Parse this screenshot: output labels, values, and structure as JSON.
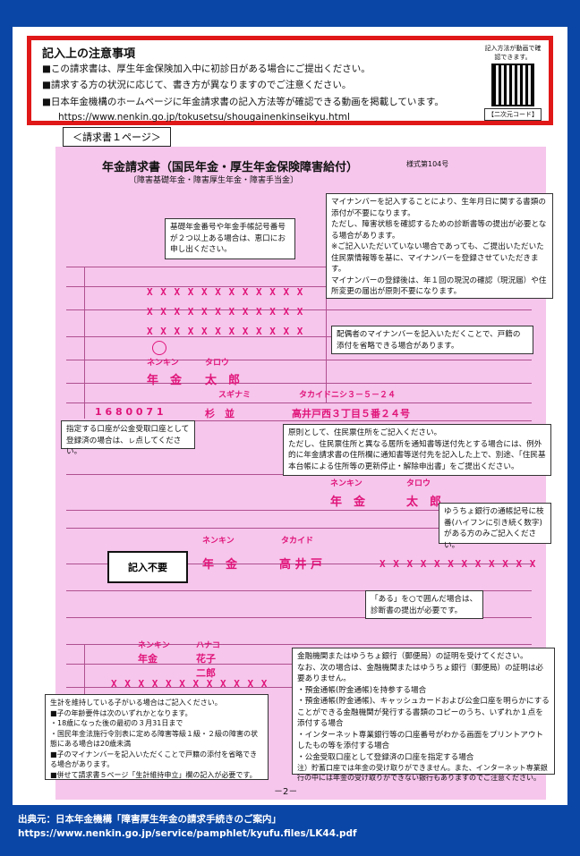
{
  "notice": {
    "title": "記入上の注意事項",
    "lines": [
      "■この請求書は、厚生年金保険加入中に初診日がある場合にご提出ください。",
      "■請求する方の状況に応じて、書き方が異なりますのでご注意ください。",
      "■日本年金機構のホームページに年金請求書の記入方法等が確認できる動画を掲載しています。"
    ],
    "url": "https://www.nenkin.go.jp/tokusetsu/shougainenkinseikyu.html",
    "qr_text": "記入方法が動画で確認できます。",
    "qr_caption": "【二次元コード】"
  },
  "page_tab": "＜請求書１ページ＞",
  "form": {
    "title": "年金請求書（国民年金・厚生年金保険障害給付）",
    "subtitle": "〔障害基礎年金・障害厚生年金・障害手当金〕",
    "form_no": "様式第104号",
    "xrow": "X X X X X X X X X X X X",
    "name_kana_sei": "ネンキン",
    "name_kana_mei": "タロウ",
    "name_sei": "年　金",
    "name_mei": "太　郎",
    "postal": "1 6 8 0 0 7 1",
    "city": "杉　並",
    "address_kana_label": "スギナミ",
    "address_kana": "タカイドニシ３－５－２４",
    "address": "高井戸西３丁目５番２４号",
    "bank_kana_sei": "ネンキン",
    "bank_kana_mei": "タロウ",
    "bank_name_sei": "年　金",
    "bank_name_mei": "太　郎",
    "bank_label_kana": "ネンキン",
    "branch_kana": "タカイド",
    "bank": "年　金",
    "branch": "高 井 戸",
    "no_entry": "記入不要",
    "spouse_kana": "ネンキン",
    "spouse_kana_mei": "ハナコ",
    "spouse_sei": "年金",
    "spouse_mei": "花子",
    "child_mei": "二郎",
    "pagenum": "－2－"
  },
  "callouts": {
    "c1": "基礎年金番号や年金手帳記号番号が２つ以上ある場合は、恵口にお申し出ください。",
    "c2": [
      "マイナンバーを記入することにより、生年月日に関する書類の添付が不要になります。",
      "ただし、障害状態を確認するための診断書等の提出が必要となる場合があります。",
      "※ご記入いただいていない場合であっても、ご提出いただいた住民票情報等を基に、マイナンバーを登録させていただきます。",
      "マイナンバーの登録後は、年１回の現況の確認（現況届）や住所変更の届出が原則不要になります。"
    ],
    "c3": "配偶者のマイナンバーを記入いただくことで、戸籍の添付を省略できる場合があります。",
    "c4": [
      "原則として、住民票住所をご記入ください。",
      "ただし、住民票住所と異なる居所を通知書等送付先とする場合には、例外的に年金請求書の住所欄に通知書等送付先を記入した上で、別途、「住民基本台帳による住所等の更新停止・解除申出書」をご提出ください。"
    ],
    "c5": "指定する口座が公金受取口座として登録済の場合は、ㇾ点してください。",
    "c6": "ゆうちょ銀行の通帳記号に枝番(ハイフンに引き続く数字)がある方のみご記入ください。",
    "c7": "「ある」を○で囲んだ場合は、診断書の提出が必要です。",
    "c8": [
      "金融機関またはゆうちょ銀行（郵便局）の証明を受けてください。",
      "なお、次の場合は、金融機関またはゆうちょ銀行（郵便局）の証明は必要ありません。",
      "・預金通帳(貯金通帳)を持参する場合",
      "・預金通帳(貯金通帳)、キャッシュカードおよび公金口座を明らかにすることができる金融機関が発行する書類のコピーのうち、いずれか１点を添付する場合",
      "・インターネット専業銀行等の口座番号がわかる画面をプリントアウトしたもの等を添付する場合",
      "・公金受取口座として登録済の口座を指定する場合",
      "注）貯蓄口座では年金の受け取りができません。また、インターネット専業銀行の中には年金の受け取りができない銀行もありますのでご注意ください。"
    ],
    "c9": [
      "生計を維持している子がいる場合はご記入ください。",
      "■子の年齢要件は次のいずれかとなります。",
      "・18歳になった後の最初の３月31日まで",
      "・国民年金法施行令別表に定める障害等級１級・２級の障害の状態にある場合は20歳未満",
      "■子のマイナンバーを記入いただくことで戸籍の添付を省略できる場合があります。",
      "■併せて請求書５ページ「生計維持申立」欄の記入が必要です。"
    ]
  },
  "footer": {
    "source": "出典元：日本年金機構「障害厚生年金の請求手続きのご案内」",
    "url": "https://www.nenkin.go.jp/service/pamphlet/kyufu.files/LK44.pdf"
  }
}
